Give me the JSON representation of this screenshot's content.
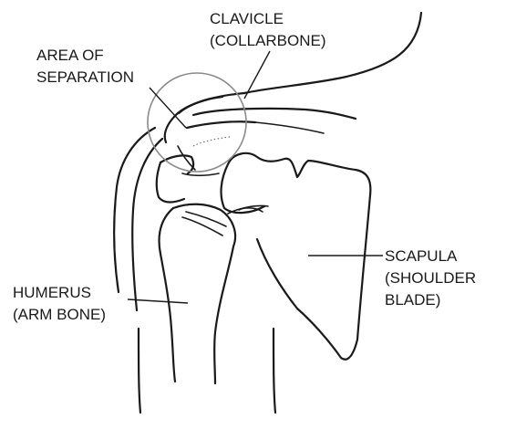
{
  "labels": {
    "clavicle": {
      "line1": "CLAVICLE",
      "line2": "(COLLARBONE)"
    },
    "separation": {
      "line1": "AREA OF",
      "line2": "SEPARATION"
    },
    "scapula": {
      "line1": "SCAPULA",
      "line2": "(SHOULDER",
      "line3": "BLADE)"
    },
    "humerus": {
      "line1": "HUMERUS",
      "line2": "(ARM BONE)"
    }
  },
  "colors": {
    "line": "#1a1a1a",
    "highlight_circle": "#8a8a8a",
    "background": "#ffffff"
  }
}
